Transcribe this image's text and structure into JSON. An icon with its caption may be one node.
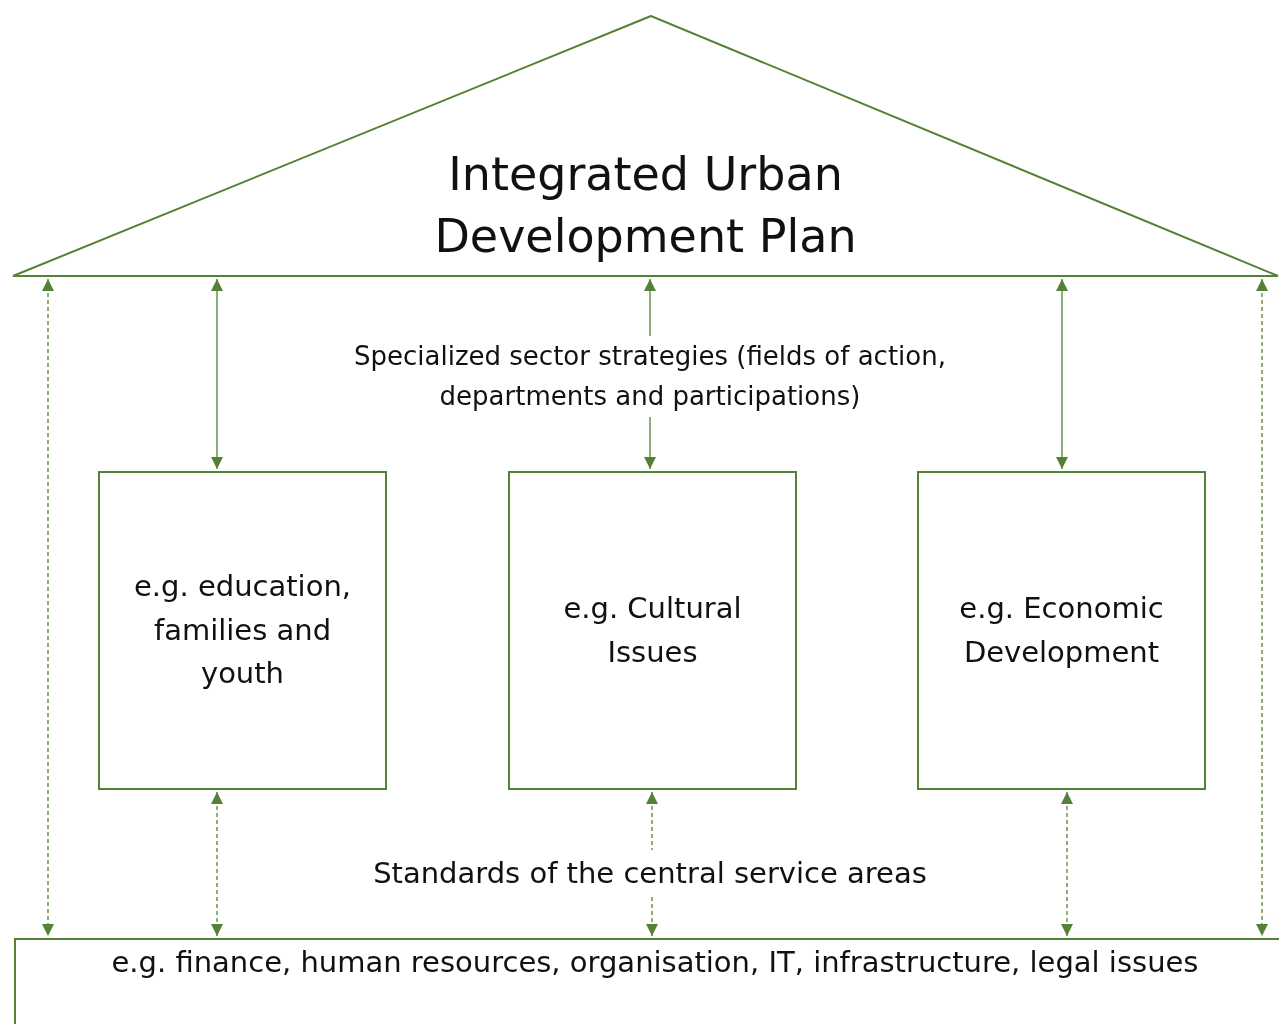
{
  "diagram": {
    "nodes": [
      {
        "text": [
          "Integrated Urban Development Plan"
        ]
      },
      {
        "text": [
          "e.g. education, families and youth"
        ]
      },
      {
        "text": [
          "e.g. Cultural Issues"
        ]
      },
      {
        "text": [
          "e.g. Economic Development"
        ]
      },
      {
        "text": [
          "e.g. finance, human resources, organisation, IT, infrastructure, legal issues"
        ]
      }
    ],
    "edges": [
      {
        "from": 0,
        "to": 1,
        "arrow": "both"
      },
      {
        "from": 0,
        "to": 2,
        "arrow": "both"
      },
      {
        "from": 0,
        "to": 3,
        "arrow": "both"
      },
      {
        "from": 1,
        "to": 4,
        "arrow": "both",
        "style": "dashed"
      },
      {
        "from": 2,
        "to": 4,
        "arrow": "both",
        "style": "dashed"
      },
      {
        "from": 3,
        "to": 4,
        "arrow": "both",
        "style": "dashed"
      },
      {
        "from": 0,
        "to": 4,
        "arrow": "both",
        "style": "dashed"
      },
      {
        "from": 0,
        "to": 4,
        "arrow": "both",
        "style": "dashed"
      }
    ],
    "labels": [
      "Specialized sector strategies (fields of action, departments and participations)",
      "Standards of the central service areas"
    ]
  }
}
